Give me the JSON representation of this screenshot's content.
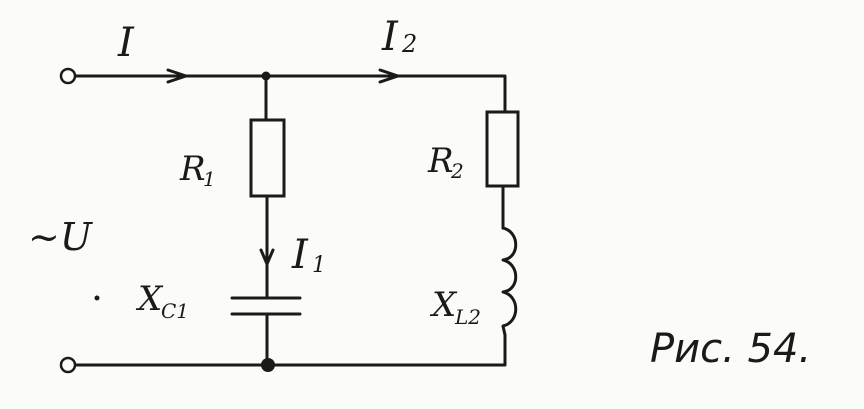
{
  "labels": {
    "current_total": "I",
    "current_branch_2": "I",
    "current_branch_2_sub": "2",
    "current_branch_1": "I",
    "current_branch_1_sub": "1",
    "resistor_1": "R",
    "resistor_1_sub": "1",
    "resistor_2": "R",
    "resistor_2_sub": "2",
    "capacitor_1": "X",
    "capacitor_1_sub": "C1",
    "inductor_2": "X",
    "inductor_2_sub": "L2",
    "source": "~U"
  },
  "caption": "Рис. 54."
}
